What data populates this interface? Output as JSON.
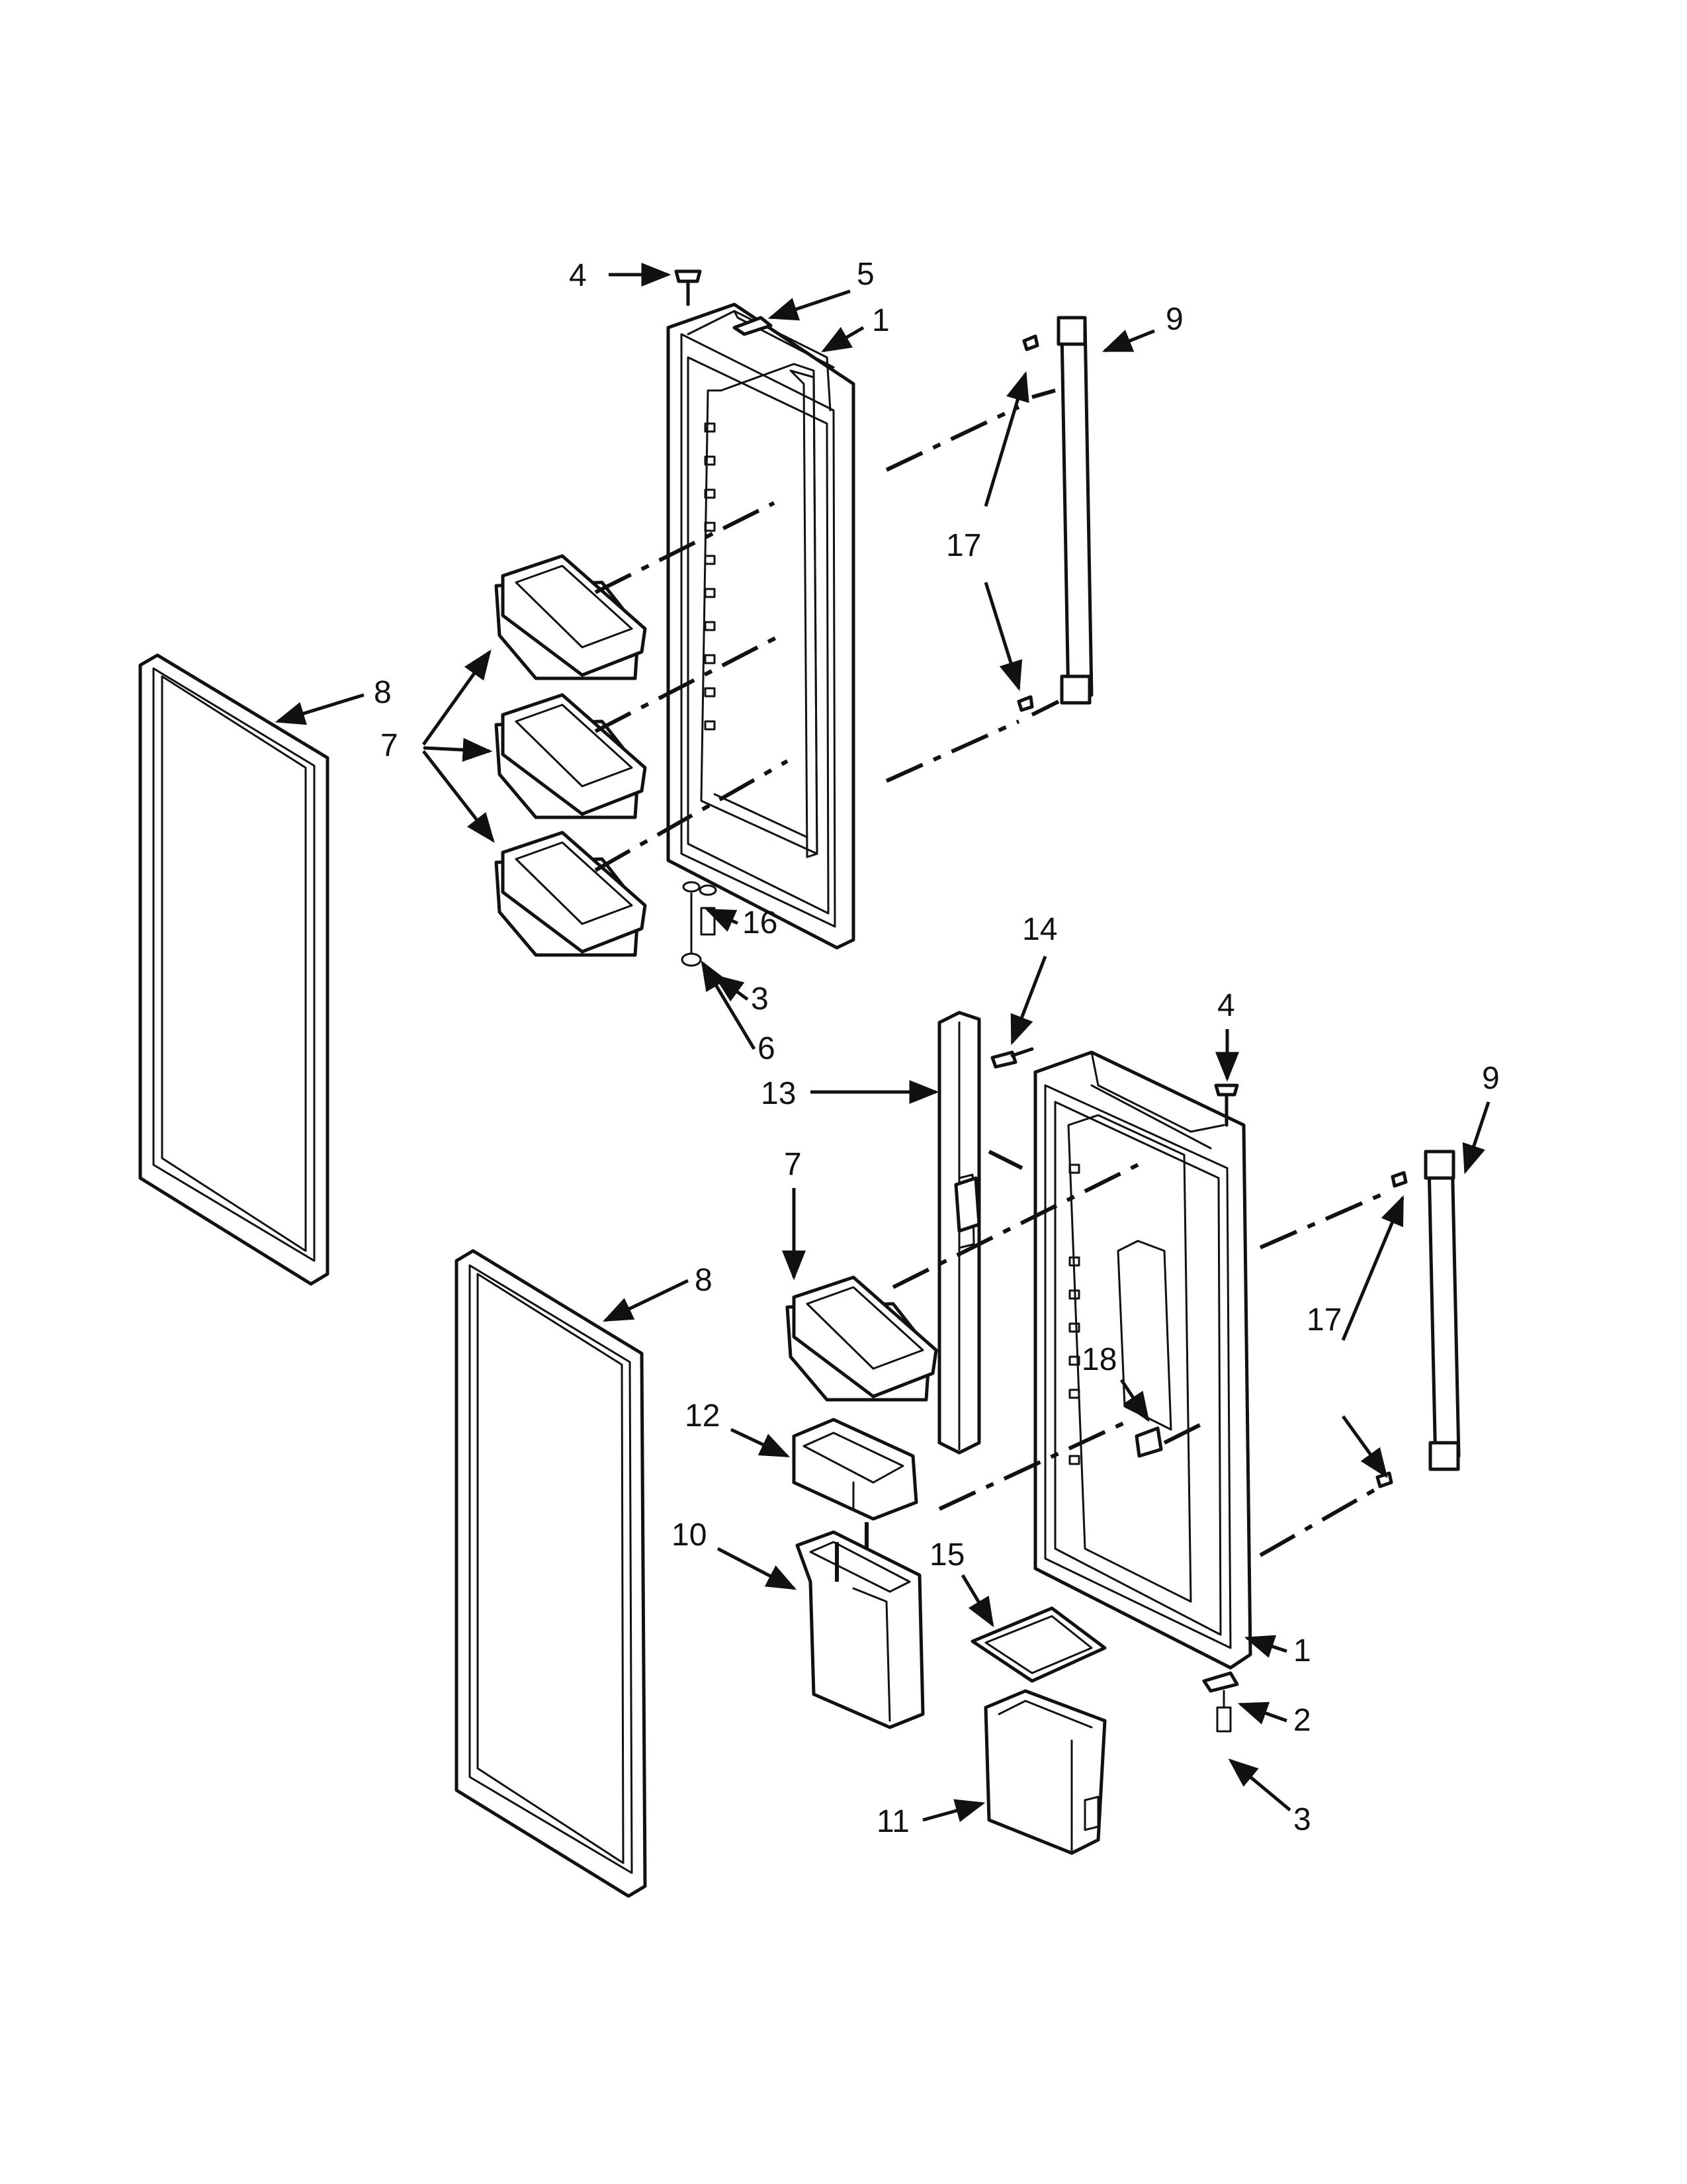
{
  "callouts": [
    {
      "id": "c4a",
      "text": "4"
    },
    {
      "id": "c5",
      "text": "5"
    },
    {
      "id": "c1a",
      "text": "1"
    },
    {
      "id": "c9a",
      "text": "9"
    },
    {
      "id": "c17a",
      "text": "17"
    },
    {
      "id": "c8a",
      "text": "8"
    },
    {
      "id": "c7a",
      "text": "7"
    },
    {
      "id": "c16",
      "text": "16"
    },
    {
      "id": "c3a",
      "text": "3"
    },
    {
      "id": "c6",
      "text": "6"
    },
    {
      "id": "c14",
      "text": "14"
    },
    {
      "id": "c4b",
      "text": "4"
    },
    {
      "id": "c9b",
      "text": "9"
    },
    {
      "id": "c13",
      "text": "13"
    },
    {
      "id": "c7b",
      "text": "7"
    },
    {
      "id": "c8b",
      "text": "8"
    },
    {
      "id": "c18",
      "text": "18"
    },
    {
      "id": "c17b",
      "text": "17"
    },
    {
      "id": "c12",
      "text": "12"
    },
    {
      "id": "c10",
      "text": "10"
    },
    {
      "id": "c15",
      "text": "15"
    },
    {
      "id": "c1b",
      "text": "1"
    },
    {
      "id": "c2",
      "text": "2"
    },
    {
      "id": "c11",
      "text": "11"
    },
    {
      "id": "c3b",
      "text": "3"
    }
  ]
}
